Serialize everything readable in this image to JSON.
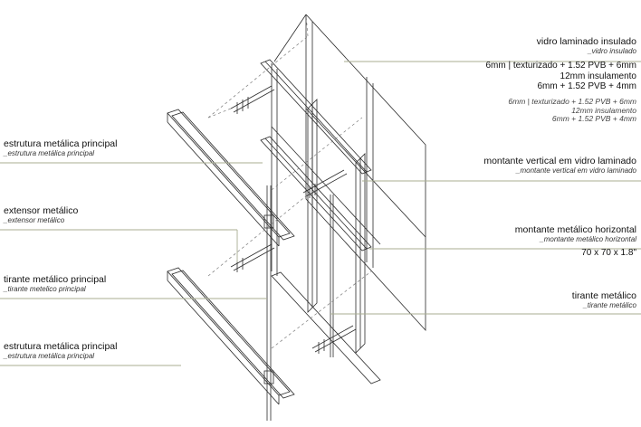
{
  "colors": {
    "leader": "#a9ae92",
    "lines": "#2b2b2b",
    "dashed": "#7a7a7a"
  },
  "labels": {
    "vidro": {
      "title": "vidro laminado insulado",
      "subtitle": "_vidro insulado",
      "spec": [
        "6mm | texturizado + 1.52 PVB + 6mm",
        "12mm insulamento",
        "6mm + 1.52 PVB + 4mm"
      ],
      "spec_sub": [
        "6mm | texturizado + 1.52 PVB + 6mm",
        "12mm insulamento",
        "6mm + 1.52 PVB + 4mm"
      ]
    },
    "estrutura_top": {
      "title": "estrutura metálica principal",
      "subtitle": "_estrutura metálica principal"
    },
    "montante_vertical": {
      "title": "montante vertical em vidro laminado",
      "subtitle": "_montante vertical em vidro laminado"
    },
    "extensor": {
      "title": "extensor metálico",
      "subtitle": "_extensor metálico"
    },
    "montante_horizontal": {
      "title": "montante metálico horizontal",
      "subtitle": "_montante metálico horizontal",
      "spec": "70 x 70 x 1.8\""
    },
    "tirante_principal": {
      "title": "tirante metálico principal",
      "subtitle": "_tirante metelico principal"
    },
    "tirante": {
      "title": "tirante metálico",
      "subtitle": "_tirante metálico"
    },
    "estrutura_bottom": {
      "title": "estrutura metálica principal",
      "subtitle": "_estrutura metálica principal"
    }
  }
}
